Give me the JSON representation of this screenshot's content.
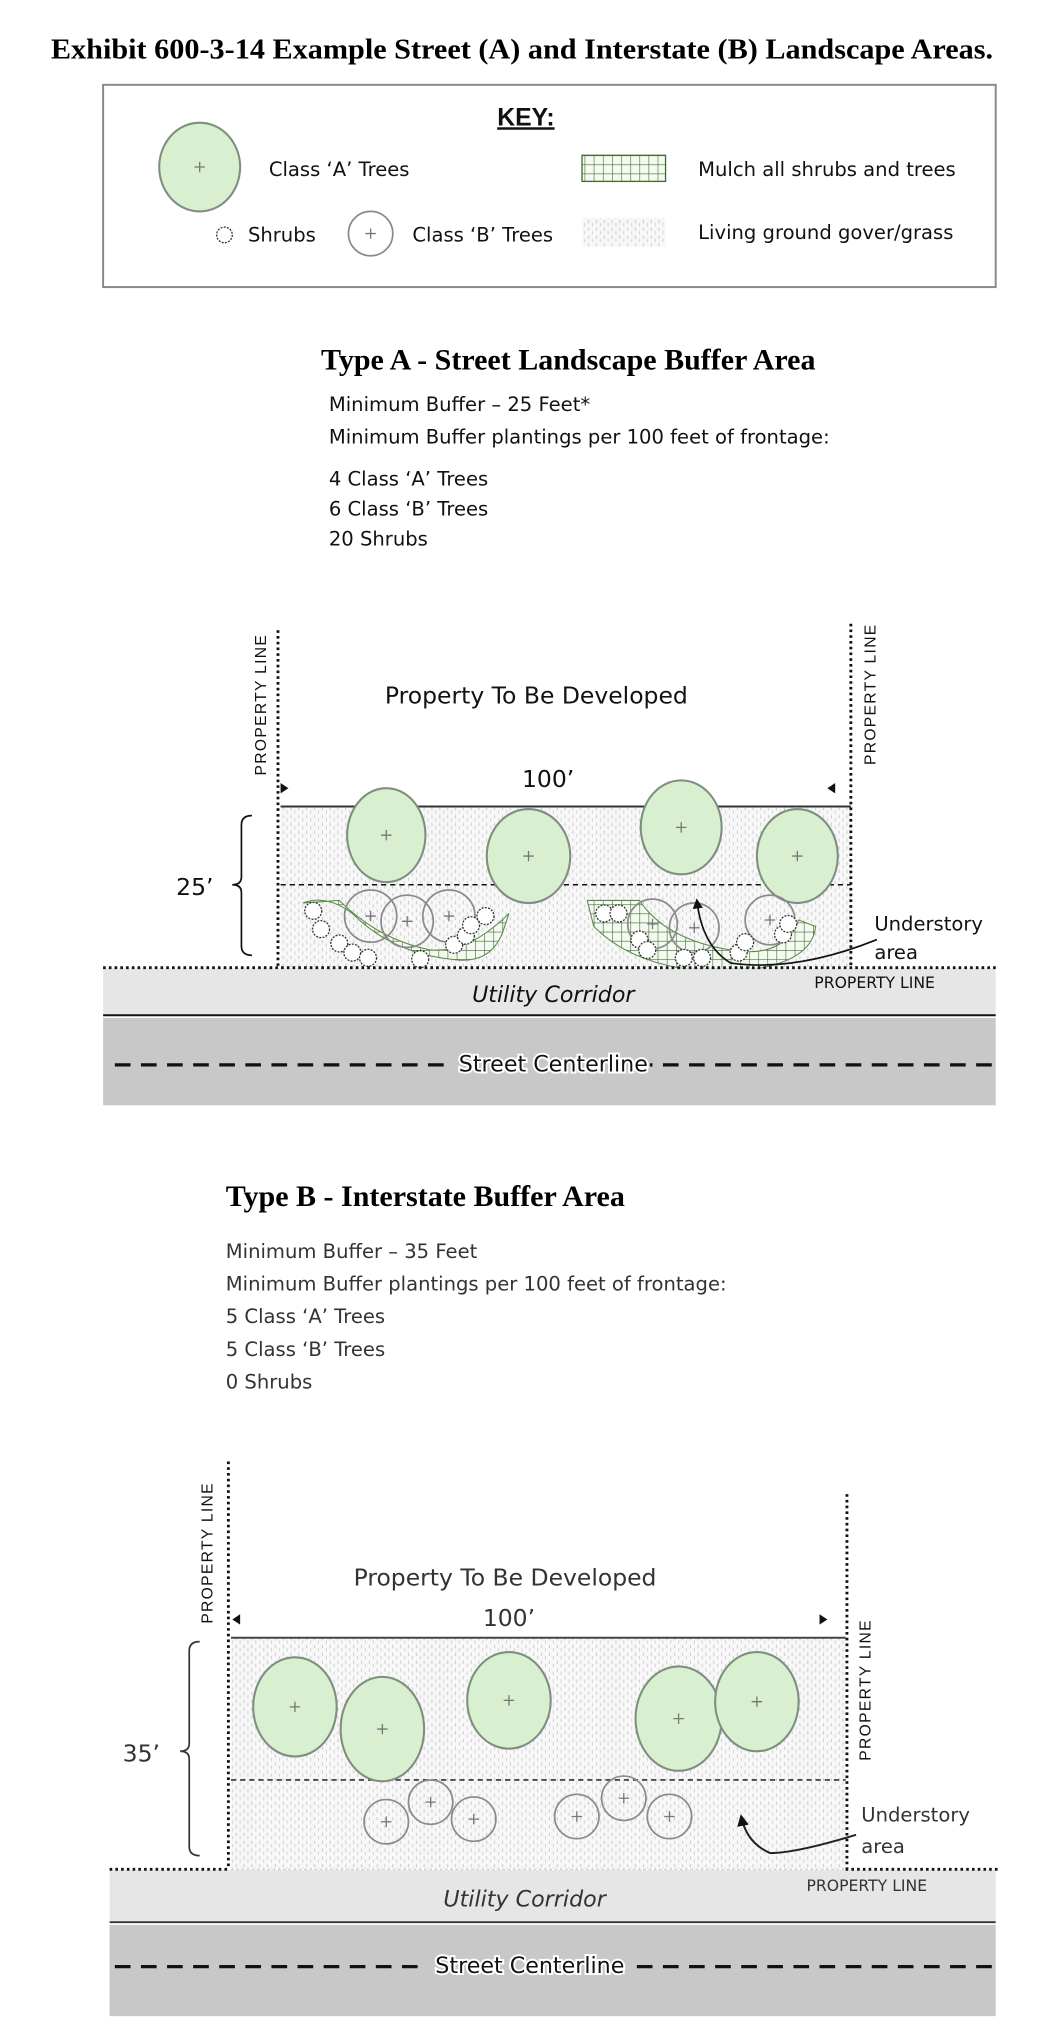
{
  "title": "Exhibit 600-3-14 Example Street (A) and Interstate (B) Landscape Areas.",
  "key": {
    "heading": "KEY:",
    "class_a": "Class ‘A’ Trees",
    "mulch": "Mulch all shrubs and trees",
    "shrubs": "Shrubs",
    "class_b": "Class ‘B’ Trees",
    "grass": "Living ground gover/grass"
  },
  "type_a": {
    "heading": "Type A - Street Landscape Buffer Area",
    "lines": [
      "Minimum Buffer – 25 Feet*",
      "Minimum Buffer plantings per 100 feet of frontage:",
      "4 Class ‘A’ Trees",
      "6 Class ‘B’ Trees",
      "20 Shrubs"
    ],
    "diagram": {
      "property_line": "PROPERTY LINE",
      "property_label": "Property To Be Developed",
      "width_label": "100’",
      "depth_label": "25’",
      "understory": "Understory",
      "area": "area",
      "utility": "Utility Corridor",
      "street": "Street Centerline"
    }
  },
  "type_b": {
    "heading": "Type B - Interstate Buffer Area",
    "lines": [
      "Minimum Buffer – 35 Feet",
      "Minimum Buffer plantings per 100 feet of frontage:",
      "5 Class ‘A’ Trees",
      "5 Class ‘B’ Trees",
      "0 Shrubs"
    ],
    "diagram": {
      "property_line": "PROPERTY LINE",
      "property_label": "Property To Be Developed",
      "width_label": "100’",
      "depth_label": "35’",
      "understory": "Understory",
      "area": "area",
      "utility": "Utility Corridor",
      "street": "Street Centerline"
    }
  },
  "colors": {
    "tree_fill": "#d8efd0",
    "mulch": "#3d6b2a",
    "utility": "#e6e6e6",
    "street": "#c8c8c8"
  }
}
